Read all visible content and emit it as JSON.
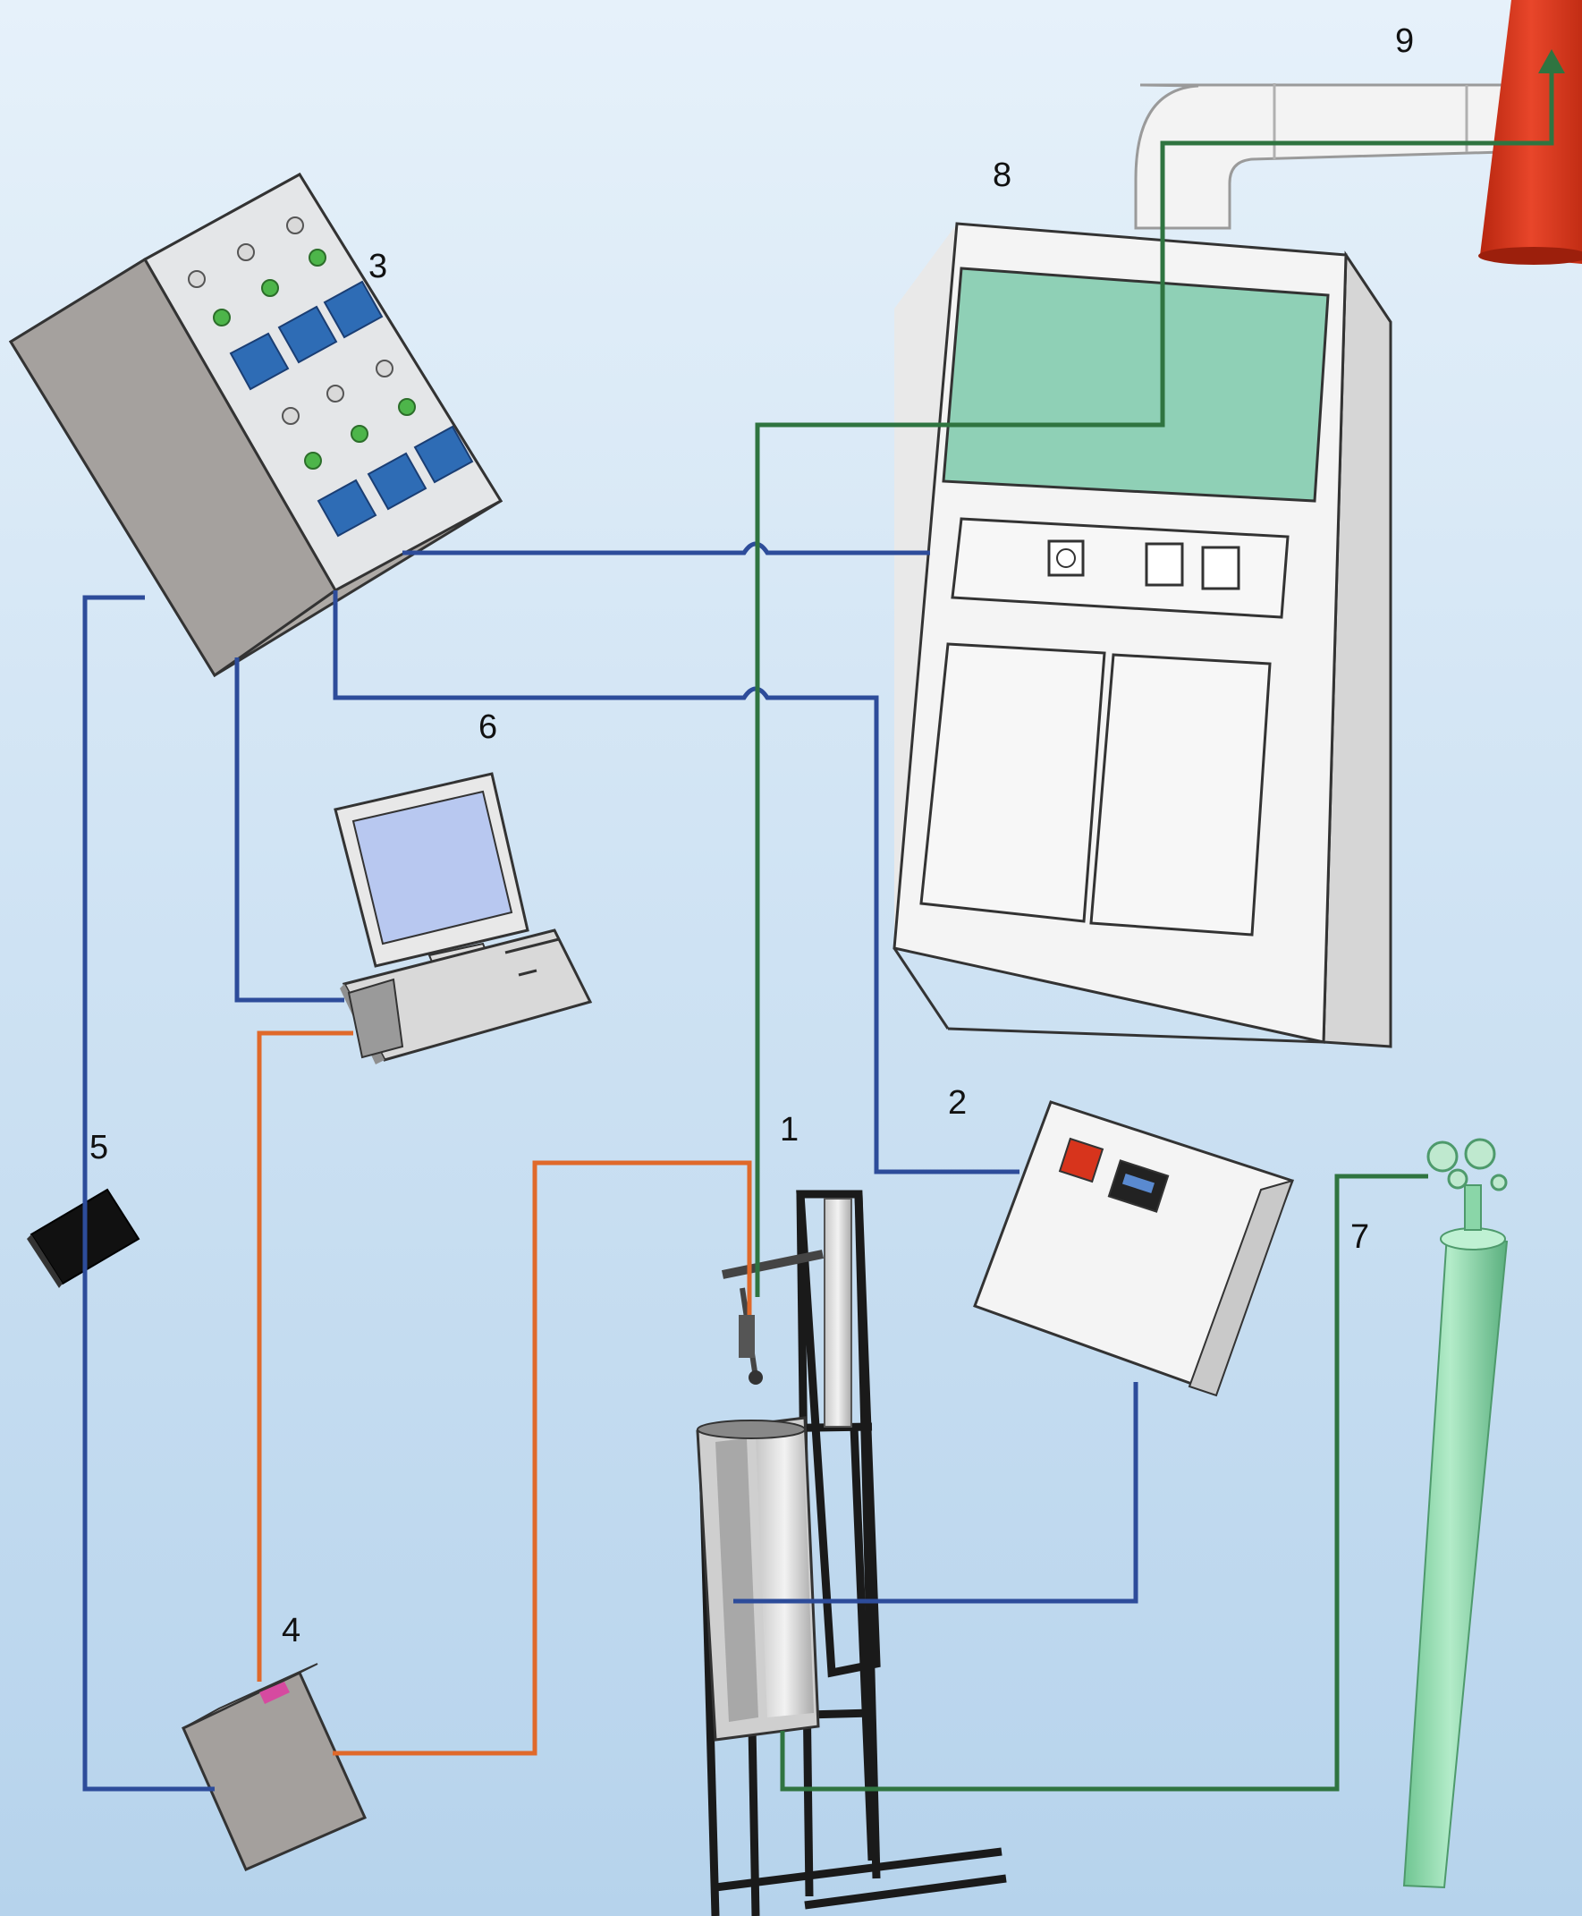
{
  "diagram": {
    "labels": {
      "n1": "1",
      "n2": "2",
      "n3": "3",
      "n4": "4",
      "n5": "5",
      "n6": "6",
      "n7": "7",
      "n8": "8",
      "n9": "9"
    },
    "colors": {
      "background_top": "#e6f1fa",
      "background_bottom": "#b6d3ec",
      "wire_blue": "#2d4c9a",
      "wire_green": "#2f7440",
      "wire_orange": "#e0692a",
      "exhaust_red": "#d7341c",
      "cylinder_green": "#8ddcaa",
      "panel_blue": "#2e6cb5",
      "indicator_green": "#4db54a"
    }
  }
}
